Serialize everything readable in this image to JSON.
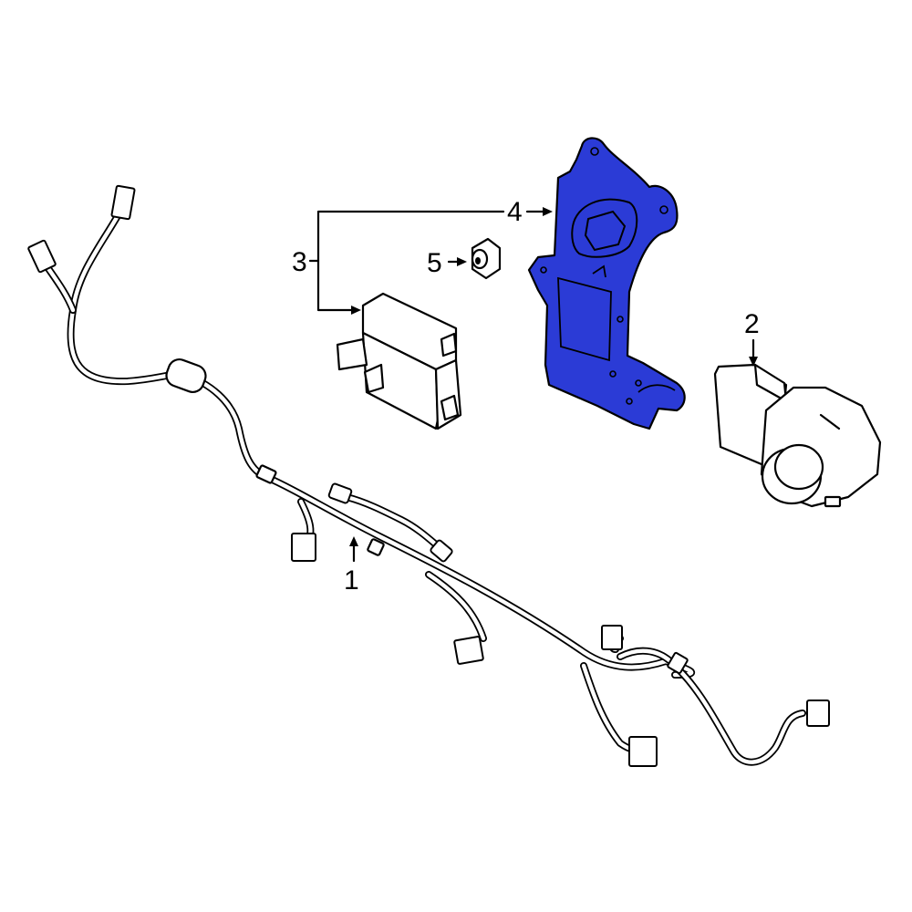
{
  "callouts": {
    "c1": "1",
    "c2": "2",
    "c3": "3",
    "c4": "4",
    "c5": "5"
  },
  "colors": {
    "highlight": "#2b3bd6",
    "line": "#000000",
    "background": "#ffffff"
  }
}
